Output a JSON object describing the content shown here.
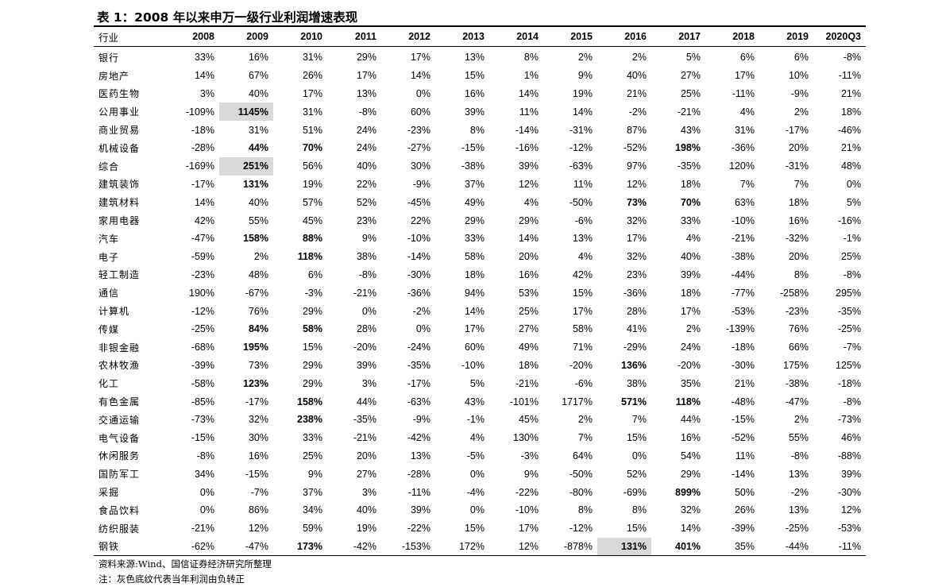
{
  "title": "表 1：2008 年以来申万一级行业利润增速表现",
  "headers": [
    "行业",
    "2008",
    "2009",
    "2010",
    "2011",
    "2012",
    "2013",
    "2014",
    "2015",
    "2016",
    "2017",
    "2018",
    "2019",
    "2020Q3"
  ],
  "rows": [
    {
      "industry": "银行",
      "values": [
        "33%",
        "16%",
        "31%",
        "29%",
        "17%",
        "13%",
        "8%",
        "2%",
        "2%",
        "5%",
        "6%",
        "6%",
        "-8%"
      ]
    },
    {
      "industry": "房地产",
      "values": [
        "14%",
        "67%",
        "26%",
        "17%",
        "14%",
        "15%",
        "1%",
        "9%",
        "40%",
        "27%",
        "17%",
        "10%",
        "-11%"
      ]
    },
    {
      "industry": "医药生物",
      "values": [
        "3%",
        "40%",
        "17%",
        "13%",
        "0%",
        "16%",
        "14%",
        "19%",
        "21%",
        "25%",
        "-11%",
        "-9%",
        "21%"
      ]
    },
    {
      "industry": "公用事业",
      "values": [
        "-109%",
        "1145%",
        "31%",
        "-8%",
        "60%",
        "39%",
        "11%",
        "14%",
        "-2%",
        "-21%",
        "4%",
        "2%",
        "18%"
      ],
      "bold": [
        1
      ],
      "gray": [
        1
      ]
    },
    {
      "industry": "商业贸易",
      "values": [
        "-18%",
        "31%",
        "51%",
        "24%",
        "-23%",
        "8%",
        "-14%",
        "-31%",
        "87%",
        "43%",
        "31%",
        "-17%",
        "-46%"
      ]
    },
    {
      "industry": "机械设备",
      "values": [
        "-28%",
        "44%",
        "70%",
        "24%",
        "-27%",
        "-15%",
        "-16%",
        "-12%",
        "-52%",
        "198%",
        "-36%",
        "20%",
        "21%"
      ],
      "bold": [
        1,
        2,
        9
      ]
    },
    {
      "industry": "综合",
      "values": [
        "-169%",
        "251%",
        "56%",
        "40%",
        "30%",
        "-38%",
        "39%",
        "-63%",
        "97%",
        "-35%",
        "120%",
        "-31%",
        "48%"
      ],
      "bold": [
        1
      ],
      "gray": [
        1
      ]
    },
    {
      "industry": "建筑装饰",
      "values": [
        "-17%",
        "131%",
        "19%",
        "22%",
        "-9%",
        "37%",
        "12%",
        "11%",
        "12%",
        "18%",
        "7%",
        "7%",
        "0%"
      ],
      "bold": [
        1
      ]
    },
    {
      "industry": "建筑材料",
      "values": [
        "14%",
        "40%",
        "57%",
        "52%",
        "-45%",
        "49%",
        "4%",
        "-50%",
        "73%",
        "70%",
        "63%",
        "18%",
        "5%"
      ],
      "bold": [
        8,
        9
      ]
    },
    {
      "industry": "家用电器",
      "values": [
        "42%",
        "55%",
        "45%",
        "23%",
        "22%",
        "29%",
        "29%",
        "-6%",
        "32%",
        "33%",
        "-10%",
        "16%",
        "-16%"
      ]
    },
    {
      "industry": "汽车",
      "values": [
        "-47%",
        "158%",
        "88%",
        "9%",
        "-10%",
        "33%",
        "14%",
        "13%",
        "17%",
        "4%",
        "-21%",
        "-32%",
        "-1%"
      ],
      "bold": [
        1,
        2
      ]
    },
    {
      "industry": "电子",
      "values": [
        "-59%",
        "2%",
        "118%",
        "38%",
        "-14%",
        "58%",
        "20%",
        "4%",
        "32%",
        "40%",
        "-38%",
        "20%",
        "25%"
      ],
      "bold": [
        2
      ]
    },
    {
      "industry": "轻工制造",
      "values": [
        "-23%",
        "48%",
        "6%",
        "-8%",
        "-30%",
        "18%",
        "16%",
        "42%",
        "23%",
        "39%",
        "-44%",
        "8%",
        "-8%"
      ]
    },
    {
      "industry": "通信",
      "values": [
        "190%",
        "-67%",
        "-3%",
        "-21%",
        "-36%",
        "94%",
        "53%",
        "15%",
        "-36%",
        "18%",
        "-77%",
        "-258%",
        "295%"
      ]
    },
    {
      "industry": "计算机",
      "values": [
        "-12%",
        "76%",
        "29%",
        "0%",
        "-2%",
        "14%",
        "25%",
        "17%",
        "28%",
        "17%",
        "-53%",
        "-23%",
        "-35%"
      ]
    },
    {
      "industry": "传媒",
      "values": [
        "-25%",
        "84%",
        "58%",
        "28%",
        "0%",
        "17%",
        "27%",
        "58%",
        "41%",
        "2%",
        "-139%",
        "76%",
        "-25%"
      ],
      "bold": [
        1,
        2
      ]
    },
    {
      "industry": "非银金融",
      "values": [
        "-68%",
        "195%",
        "15%",
        "-20%",
        "-24%",
        "60%",
        "49%",
        "71%",
        "-29%",
        "24%",
        "-18%",
        "66%",
        "-7%"
      ],
      "bold": [
        1
      ]
    },
    {
      "industry": "农林牧渔",
      "values": [
        "-39%",
        "73%",
        "29%",
        "39%",
        "-35%",
        "-10%",
        "18%",
        "-20%",
        "136%",
        "-20%",
        "-30%",
        "175%",
        "125%"
      ],
      "bold": [
        8
      ]
    },
    {
      "industry": "化工",
      "values": [
        "-58%",
        "123%",
        "29%",
        "3%",
        "-17%",
        "5%",
        "-21%",
        "-6%",
        "38%",
        "35%",
        "21%",
        "-38%",
        "-18%"
      ],
      "bold": [
        1
      ]
    },
    {
      "industry": "有色金属",
      "values": [
        "-85%",
        "-17%",
        "158%",
        "44%",
        "-63%",
        "43%",
        "-101%",
        "1717%",
        "571%",
        "118%",
        "-48%",
        "-47%",
        "-8%"
      ],
      "bold": [
        2,
        8,
        9
      ]
    },
    {
      "industry": "交通运输",
      "values": [
        "-73%",
        "32%",
        "238%",
        "-35%",
        "-9%",
        "-1%",
        "45%",
        "2%",
        "7%",
        "44%",
        "-15%",
        "2%",
        "-73%"
      ],
      "bold": [
        2
      ]
    },
    {
      "industry": "电气设备",
      "values": [
        "-15%",
        "30%",
        "33%",
        "-21%",
        "-42%",
        "4%",
        "130%",
        "7%",
        "15%",
        "16%",
        "-52%",
        "55%",
        "46%"
      ]
    },
    {
      "industry": "休闲服务",
      "values": [
        "-8%",
        "16%",
        "25%",
        "20%",
        "13%",
        "-5%",
        "-3%",
        "64%",
        "0%",
        "54%",
        "11%",
        "-8%",
        "-88%"
      ]
    },
    {
      "industry": "国防军工",
      "values": [
        "34%",
        "-15%",
        "9%",
        "27%",
        "-28%",
        "0%",
        "9%",
        "-50%",
        "52%",
        "29%",
        "-14%",
        "13%",
        "39%"
      ]
    },
    {
      "industry": "采掘",
      "values": [
        "0%",
        "-7%",
        "37%",
        "3%",
        "-11%",
        "-4%",
        "-22%",
        "-80%",
        "-69%",
        "899%",
        "50%",
        "-2%",
        "-30%"
      ],
      "bold": [
        9
      ]
    },
    {
      "industry": "食品饮料",
      "values": [
        "0%",
        "86%",
        "34%",
        "40%",
        "39%",
        "0%",
        "-10%",
        "8%",
        "8%",
        "32%",
        "26%",
        "13%",
        "12%"
      ]
    },
    {
      "industry": "纺织服装",
      "values": [
        "-21%",
        "12%",
        "59%",
        "19%",
        "-22%",
        "15%",
        "17%",
        "-12%",
        "15%",
        "14%",
        "-39%",
        "-25%",
        "-53%"
      ]
    },
    {
      "industry": "钢铁",
      "values": [
        "-62%",
        "-47%",
        "173%",
        "-42%",
        "-153%",
        "172%",
        "12%",
        "-878%",
        "131%",
        "401%",
        "35%",
        "-44%",
        "-11%"
      ],
      "bold": [
        2,
        8,
        9
      ],
      "gray": [
        8
      ]
    }
  ],
  "source": "资料来源:Wind、国信证券经济研究所整理",
  "note": "注：灰色底纹代表当年利润由负转正"
}
